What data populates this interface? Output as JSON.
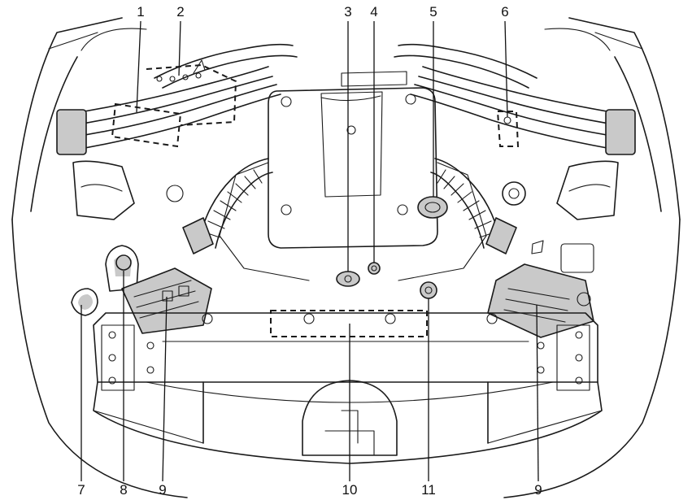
{
  "callouts": {
    "c1": "1",
    "c2": "2",
    "c3": "3",
    "c4": "4",
    "c5": "5",
    "c6": "6",
    "c7": "7",
    "c8": "8",
    "c9_left": "9",
    "c10": "10",
    "c11": "11",
    "c9_right": "9"
  },
  "colors": {
    "line": "#1a1a1a",
    "shade": "#c9c9c9",
    "background": "#ffffff"
  }
}
